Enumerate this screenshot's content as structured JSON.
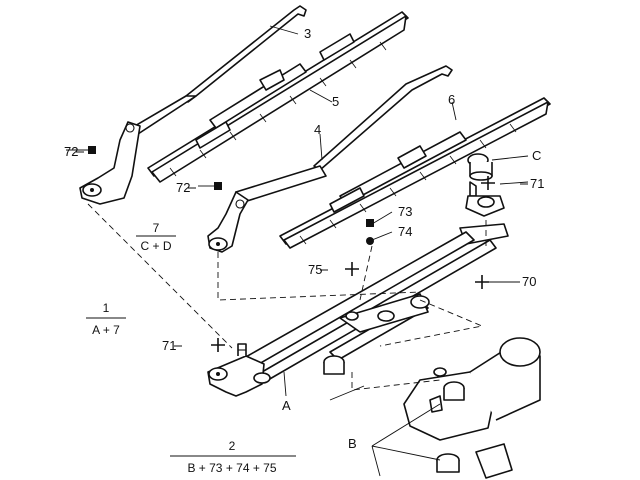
{
  "callouts": {
    "c3": "3",
    "c5": "5",
    "c4": "4",
    "c6": "6",
    "c72a": "72",
    "c72b": "72",
    "cC": "C",
    "c71a": "71",
    "c73": "73",
    "c74": "74",
    "c75": "75",
    "c70": "70",
    "c71b": "71",
    "cA": "A",
    "cB": "B"
  },
  "fractions": {
    "f1": {
      "num": "7",
      "den": "C + D"
    },
    "f2": {
      "num": "1",
      "den": "A + 7"
    },
    "f3": {
      "num": "2",
      "den": "B + 73 + 74 + 75"
    }
  }
}
